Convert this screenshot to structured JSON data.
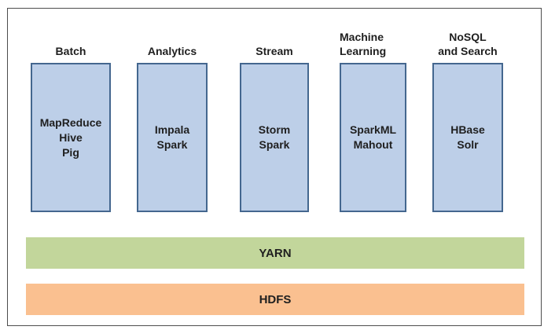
{
  "columns": [
    {
      "heading": [
        "Batch"
      ],
      "items": [
        "MapReduce",
        "Hive",
        "Pig"
      ]
    },
    {
      "heading": [
        "Analytics"
      ],
      "items": [
        "Impala",
        "Spark"
      ]
    },
    {
      "heading": [
        "Stream"
      ],
      "items": [
        "Storm",
        "Spark"
      ]
    },
    {
      "heading": [
        "Machine",
        "Learning"
      ],
      "items": [
        "SparkML",
        "Mahout"
      ]
    },
    {
      "heading": [
        "NoSQL",
        "and Search"
      ],
      "items": [
        "HBase",
        "Solr"
      ]
    }
  ],
  "layers": [
    {
      "label": "YARN",
      "color": "#c2d69b"
    },
    {
      "label": "HDFS",
      "color": "#fac090"
    }
  ],
  "colors": {
    "box_fill": "#bdcfe8",
    "box_border": "#44678f",
    "frame_border": "#4d4d4d",
    "text": "#1f1f1f"
  }
}
